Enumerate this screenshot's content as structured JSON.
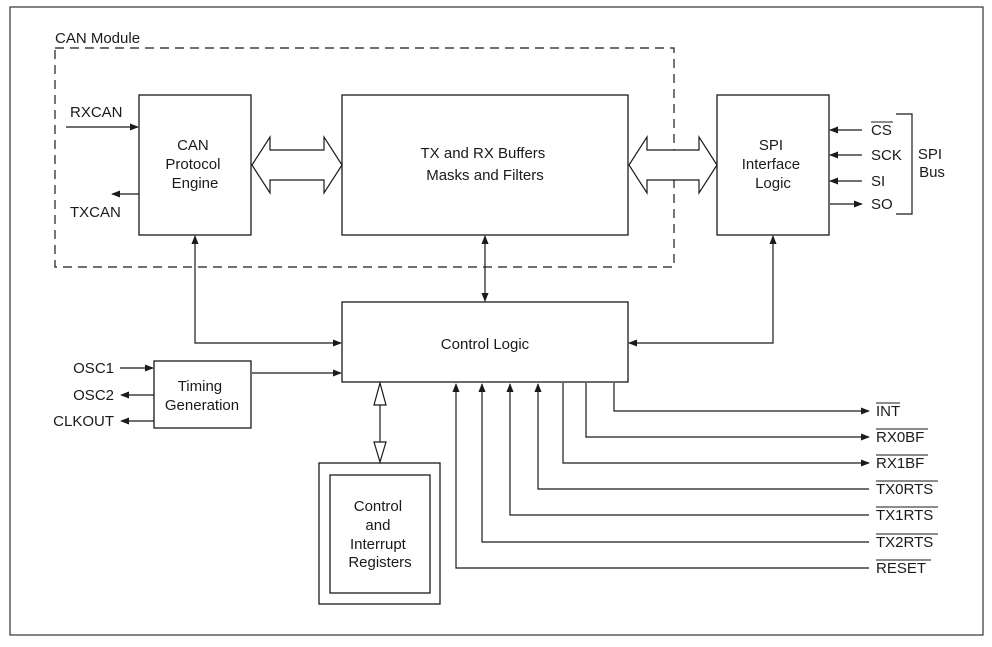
{
  "module": {
    "title": "CAN Module"
  },
  "blocks": {
    "can_engine": [
      "CAN",
      "Protocol",
      "Engine"
    ],
    "buffers": [
      "TX and RX Buffers",
      "Masks and Filters"
    ],
    "spi_logic": [
      "SPI",
      "Interface",
      "Logic"
    ],
    "control_logic": [
      "Control Logic"
    ],
    "timing": [
      "Timing",
      "Generation"
    ],
    "registers": [
      "Control",
      "and",
      "Interrupt",
      "Registers"
    ]
  },
  "can_pins": {
    "rx": "RXCAN",
    "tx": "TXCAN"
  },
  "spi_pins": [
    "CS",
    "SCK",
    "SI",
    "SO"
  ],
  "spi_bus": [
    "SPI",
    "Bus"
  ],
  "osc_pins": [
    "OSC1",
    "OSC2",
    "CLKOUT"
  ],
  "control_outputs": [
    "INT",
    "RX0BF",
    "RX1BF"
  ],
  "control_inputs": [
    "TX0RTS",
    "TX1RTS",
    "TX2RTS",
    "RESET"
  ],
  "colors": {
    "line": "#1a1a1a",
    "border": "#333333",
    "background": "#ffffff"
  }
}
